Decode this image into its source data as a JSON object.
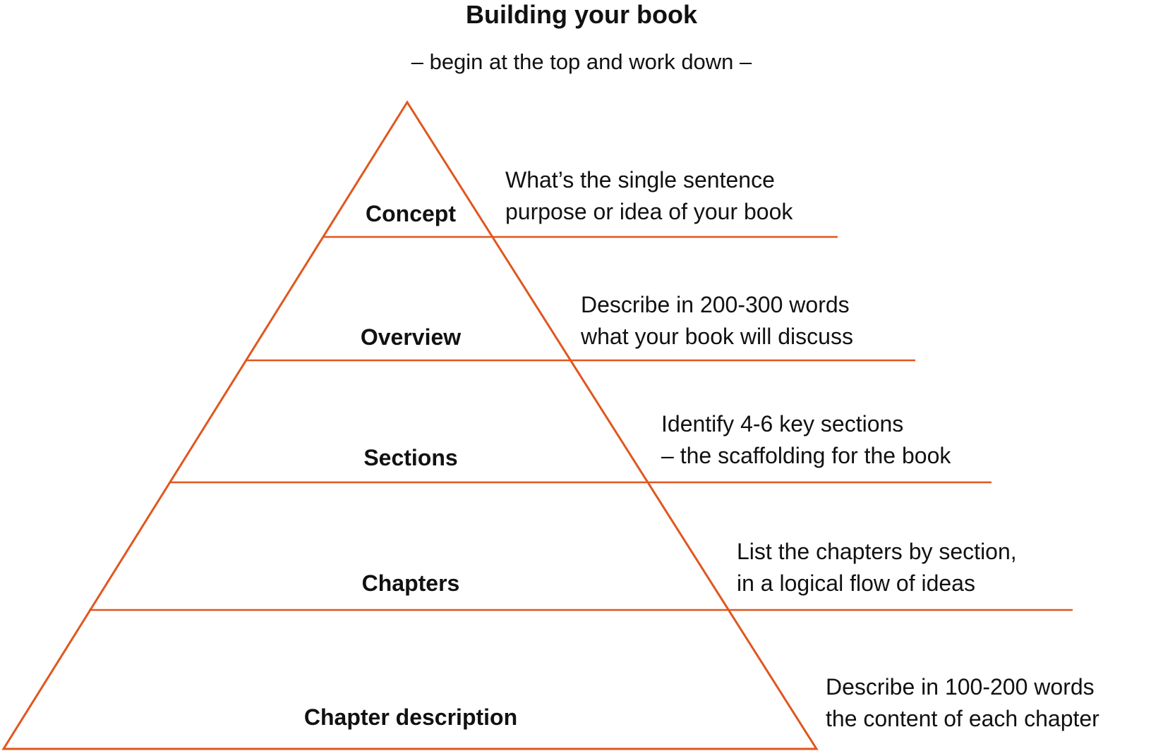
{
  "title": "Building your book",
  "subtitle": "– begin at the top and work down –",
  "colors": {
    "line": "#e0571e",
    "text": "#111111",
    "background": "#ffffff"
  },
  "levels": [
    {
      "label": "Concept",
      "description": [
        "What’s the single sentence",
        "purpose or idea of your book"
      ]
    },
    {
      "label": "Overview",
      "description": [
        "Describe in 200-300 words",
        "what your book will discuss"
      ]
    },
    {
      "label": "Sections",
      "description": [
        "Identify 4-6 key sections",
        "– the scaffolding for the book"
      ]
    },
    {
      "label": "Chapters",
      "description": [
        "List the chapters by section,",
        "in a logical flow of ideas"
      ]
    },
    {
      "label": "Chapter description",
      "description": [
        "Describe in 100-200 words",
        "the content of each chapter"
      ]
    }
  ]
}
